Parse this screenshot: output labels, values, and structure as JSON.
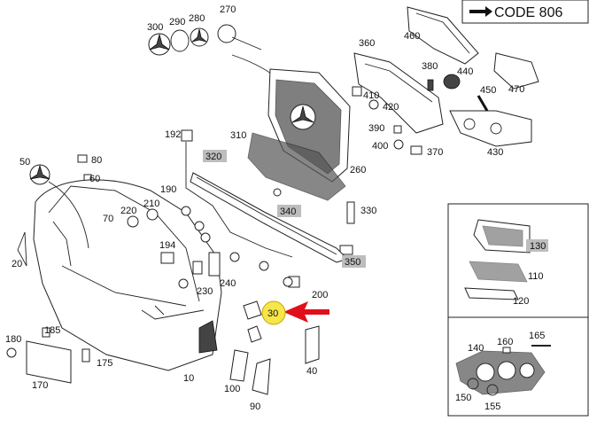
{
  "code_box": {
    "label": "CODE 806"
  },
  "callouts": {
    "c300": "300",
    "c290": "290",
    "c280": "280",
    "c270": "270",
    "c360": "360",
    "c460": "460",
    "c380": "380",
    "c440": "440",
    "c410": "410",
    "c420": "420",
    "c450": "450",
    "c470": "470",
    "c390": "390",
    "c400": "400",
    "c370": "370",
    "c430": "430",
    "c192": "192",
    "c310": "310",
    "c320": "320",
    "c260": "260",
    "c50": "50",
    "c80": "80",
    "c60": "60",
    "c190": "190",
    "c210": "210",
    "c220": "220",
    "c70": "70",
    "c340": "340",
    "c330": "330",
    "c194": "194",
    "c350": "350",
    "c20": "20",
    "c230": "230",
    "c240": "240",
    "c200": "200",
    "c30": "30",
    "c180": "180",
    "c185": "185",
    "c175": "175",
    "c170": "170",
    "c10": "10",
    "c100": "100",
    "c90": "90",
    "c40": "40",
    "c130": "130",
    "c110": "110",
    "c120": "120",
    "c160": "160",
    "c165": "165",
    "c140": "140",
    "c150": "150",
    "c155": "155"
  },
  "highlight": {
    "color": "#f5e64a",
    "arrow_color": "#e0101a",
    "shade": "#bdbdbd"
  }
}
